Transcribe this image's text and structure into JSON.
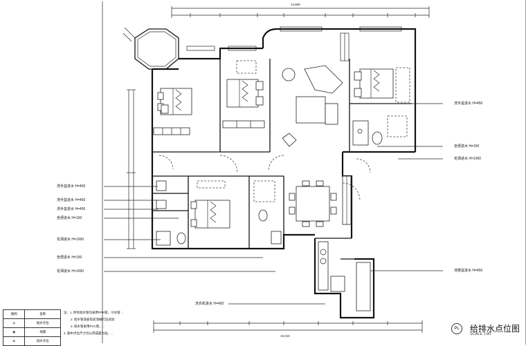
{
  "drawing": {
    "title": "给排水点位图",
    "scale": "SCALE 1:80",
    "sheet_mark": "PL"
  },
  "dimensions": {
    "top_total": "14,580",
    "bottom_total": "10,010"
  },
  "callouts_left": [
    "洗手盆进水  H=450",
    "洗手盆进水  H=450",
    "洗手盆进水  H=450",
    "坐便进水  H=150",
    "花洒进水  H=1000",
    "坐便进水  H=150",
    "花洒进水  H=1000"
  ],
  "callouts_right": [
    "洗手盆进水  H=450",
    "坐便进水  H=150",
    "花洒进水  H=1000",
    "洗菜盆进水  H=450"
  ],
  "callout_bottom": "洗衣机进水  H=450",
  "legend": {
    "headers": [
      "图例",
      "名称"
    ],
    "rows": [
      {
        "symbol": "◎",
        "name": "给水点位"
      },
      {
        "symbol": "◉",
        "name": "地漏"
      },
      {
        "symbol": "⊕",
        "name": "排水点位"
      }
    ]
  },
  "notes": [
    "注：1. 所有给水管均采用PPR管，冷水管 ...",
    "2. 给水管道安装前须做打压试验",
    "3. 排水管采用PVC管，...",
    "4. 图中点位尺寸均以完成面为准，..."
  ]
}
